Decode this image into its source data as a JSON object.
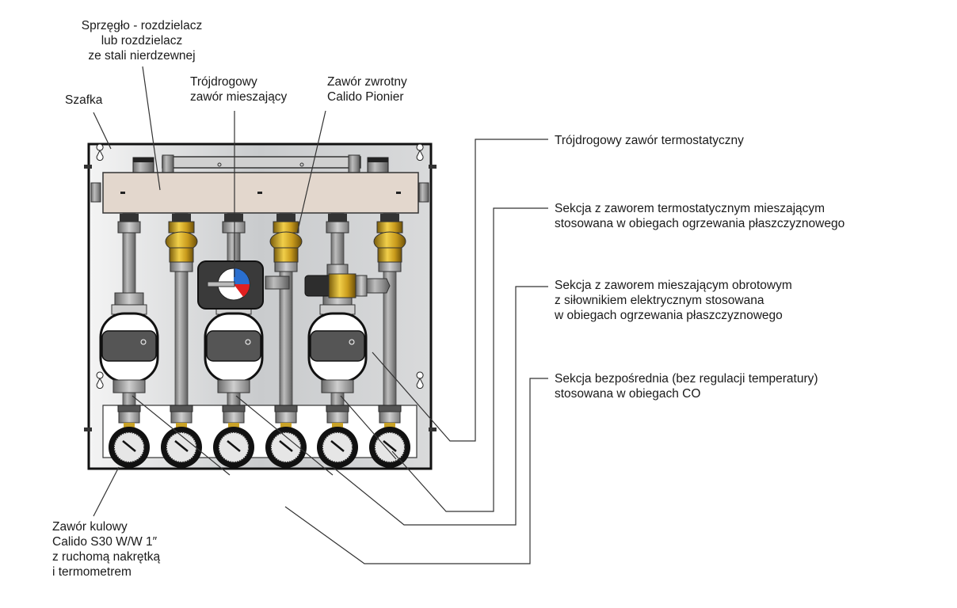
{
  "diagram": {
    "title": "Calido manifold cabinet components",
    "labels": {
      "coupler": {
        "lines": [
          "Sprzęgło - rozdzielacz",
          "lub rozdzielacz",
          "ze stali nierdzewnej"
        ]
      },
      "cabinet": {
        "lines": [
          "Szafka"
        ]
      },
      "mixing_valve": {
        "lines": [
          "Trójdrogowy",
          "zawór mieszający"
        ]
      },
      "check_valve": {
        "lines": [
          "Zawór zwrotny",
          "Calido Pionier"
        ]
      },
      "thermostatic_valve": {
        "lines": [
          "Trójdrogowy zawór termostatyczny"
        ]
      },
      "thermostatic_section": {
        "lines": [
          "Sekcja z zaworem termostatycznym mieszającym",
          "stosowana w obiegach ogrzewania płaszczyznowego"
        ]
      },
      "rotary_section": {
        "lines": [
          "Sekcja z zaworem mieszającym obrotowym",
          "z siłownikiem elektrycznym stosowana",
          "w obiegach ogrzewania płaszczyznowego"
        ]
      },
      "direct_section": {
        "lines": [
          "Sekcja bezpośrednia (bez regulacji temperatury)",
          "stosowana w obiegach CO"
        ]
      },
      "ball_valve": {
        "lines": [
          "Zawór kulowy",
          "Calido S30 W/W 1″",
          "z ruchomą nakrętką",
          "i termometrem"
        ]
      }
    },
    "colors": {
      "frame": "#111111",
      "panel": "#d4d6d8",
      "manifold": "#e2d6cc",
      "pipe": "#9a9a9a",
      "brass": "#c9a227",
      "pump_body": "#ffffff",
      "pump_face": "#555555",
      "actuator": "#3a3a3a",
      "hot": "#e02020",
      "cold": "#2a6fd0",
      "leader": "#333333"
    },
    "circuits": 6,
    "pumps": 3
  }
}
